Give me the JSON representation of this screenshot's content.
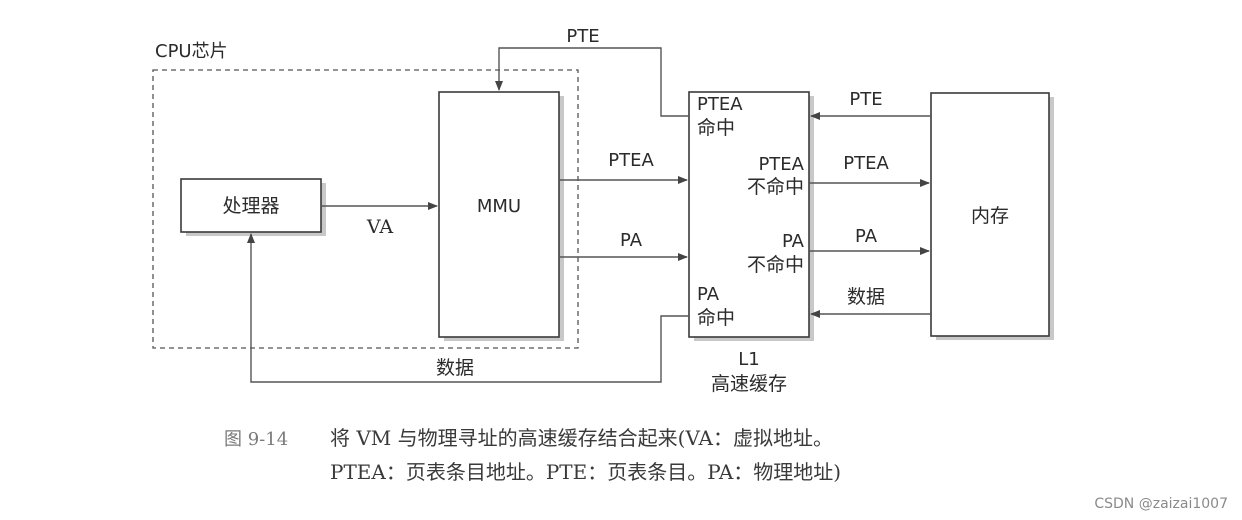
{
  "diagram": {
    "cpu_chip_label": "CPU芯片",
    "processor_label": "处理器",
    "mmu_label": "MMU",
    "memory_label": "内存",
    "cache_label_line1": "L1",
    "cache_label_line2": "高速缓存",
    "edges": {
      "va": "VA",
      "pte_top": "PTE",
      "ptea_mmu_to_cache": "PTEA",
      "pa_mmu_to_cache": "PA",
      "data_to_processor": "数据",
      "pte_mem_to_cache": "PTE",
      "ptea_cache_to_mem": "PTEA",
      "pa_cache_to_mem": "PA",
      "data_mem_to_cache": "数据"
    },
    "cache_annotations": {
      "ptea_hit_line1": "PTEA",
      "ptea_hit_line2": "命中",
      "ptea_miss_line1": "PTEA",
      "ptea_miss_line2": "不命中",
      "pa_miss_line1": "PA",
      "pa_miss_line2": "不命中",
      "pa_hit_line1": "PA",
      "pa_hit_line2": "命中"
    }
  },
  "caption": {
    "figure_number": "图 9-14",
    "line1": "将 VM 与物理寻址的高速缓存结合起来(VA：虚拟地址。",
    "line2": "PTEA：页表条目地址。PTE：页表条目。PA：物理地址)"
  },
  "watermark": "CSDN @zaizai1007"
}
